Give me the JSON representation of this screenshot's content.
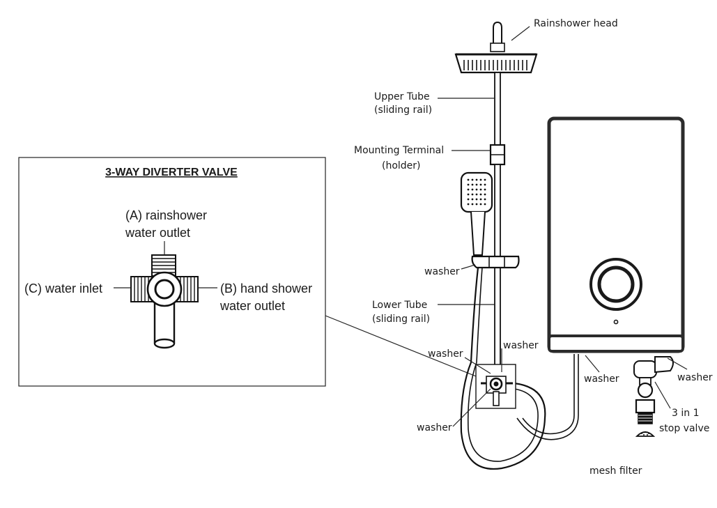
{
  "inset": {
    "title": "3-WAY DIVERTER VALVE",
    "outlet_a_line1": "(A) rainshower",
    "outlet_a_line2": "water outlet",
    "inlet_c": "(C) water inlet",
    "outlet_b_line1": "(B) hand shower",
    "outlet_b_line2": "water outlet"
  },
  "labels": {
    "rainshower_head": "Rainshower head",
    "upper_tube_line1": "Upper Tube",
    "upper_tube_line2": "(sliding rail)",
    "mounting_terminal_line1": "Mounting Terminal",
    "mounting_terminal_line2": "(holder)",
    "washer_holder": "washer",
    "lower_tube_line1": "Lower Tube",
    "lower_tube_line2": "(sliding rail)",
    "washer_valve_left": "washer",
    "washer_valve_right": "washer",
    "washer_valve_bottom": "washer",
    "washer_heater_left": "washer",
    "washer_heater_right": "washer",
    "stop_valve_line1": "3 in 1",
    "stop_valve_line2": "stop valve",
    "mesh_filter": "mesh filter"
  },
  "colors": {
    "heater_body": "#2b2b2b",
    "line": "#222222"
  }
}
